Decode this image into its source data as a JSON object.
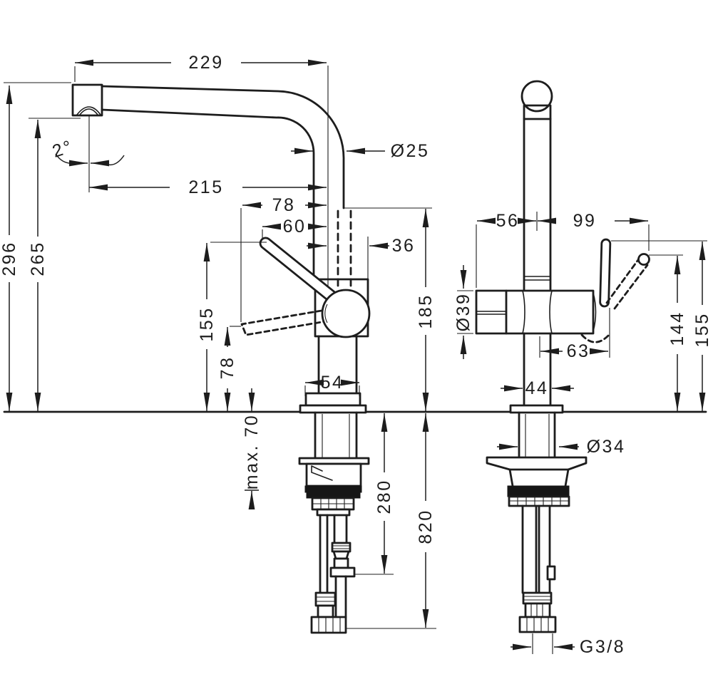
{
  "colors": {
    "line": "#1d1d1d",
    "background": "#ffffff"
  },
  "front_view": {
    "spout_reach": "229",
    "spout_angle": "2°",
    "spout_diameter": "Ø25",
    "aerator_reach": "215",
    "handle_offset_a": "78",
    "handle_offset_b": "60",
    "pipe_offset": "36",
    "total_height": "296",
    "spout_height": "265",
    "handle_top_height": "155",
    "handle_down_height": "78",
    "pipe_section_height": "185",
    "base_width": "54",
    "max_deck_thickness": "max. 70",
    "connection_height": "280",
    "hose_length": "820"
  },
  "side_view": {
    "front_offset": "56",
    "handle_reach": "99",
    "body_diameter": "Ø39",
    "handle_offset": "63",
    "body_width": "44",
    "handle_tilted_height": "144",
    "handle_up_height": "155",
    "shank_diameter": "Ø34",
    "connection_thread": "G3/8"
  }
}
